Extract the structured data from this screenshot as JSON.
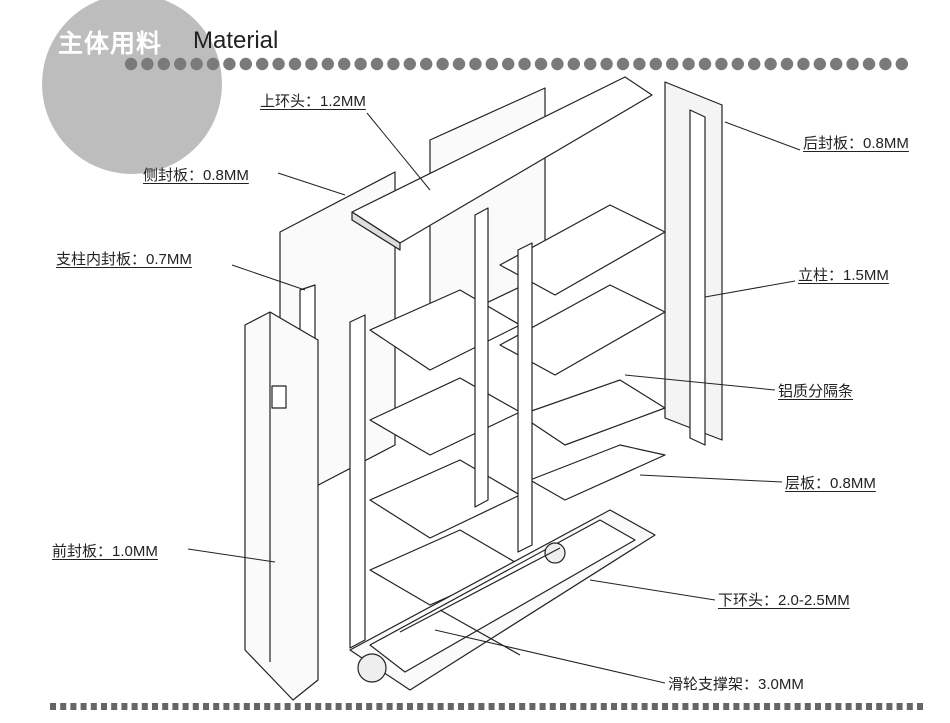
{
  "header": {
    "title_cn": "主体用料",
    "title_en": "Material"
  },
  "labels": {
    "top_ring": "上环头：1.2MM",
    "side_panel": "侧封板：0.8MM",
    "back_panel": "后封板：0.8MM",
    "post_inner_panel": "支柱内封板：0.7MM",
    "upright": "立柱：1.5MM",
    "aluminum_divider": "铝质分隔条",
    "shelf": "层板：0.8MM",
    "front_panel": "前封板：1.0MM",
    "bottom_ring": "下环头：2.0-2.5MM",
    "pulley_bracket": "滑轮支撑架：3.0MM"
  },
  "colors": {
    "circle": "#bdbdbd",
    "dots": "#7a7a7a",
    "line": "#222222"
  }
}
